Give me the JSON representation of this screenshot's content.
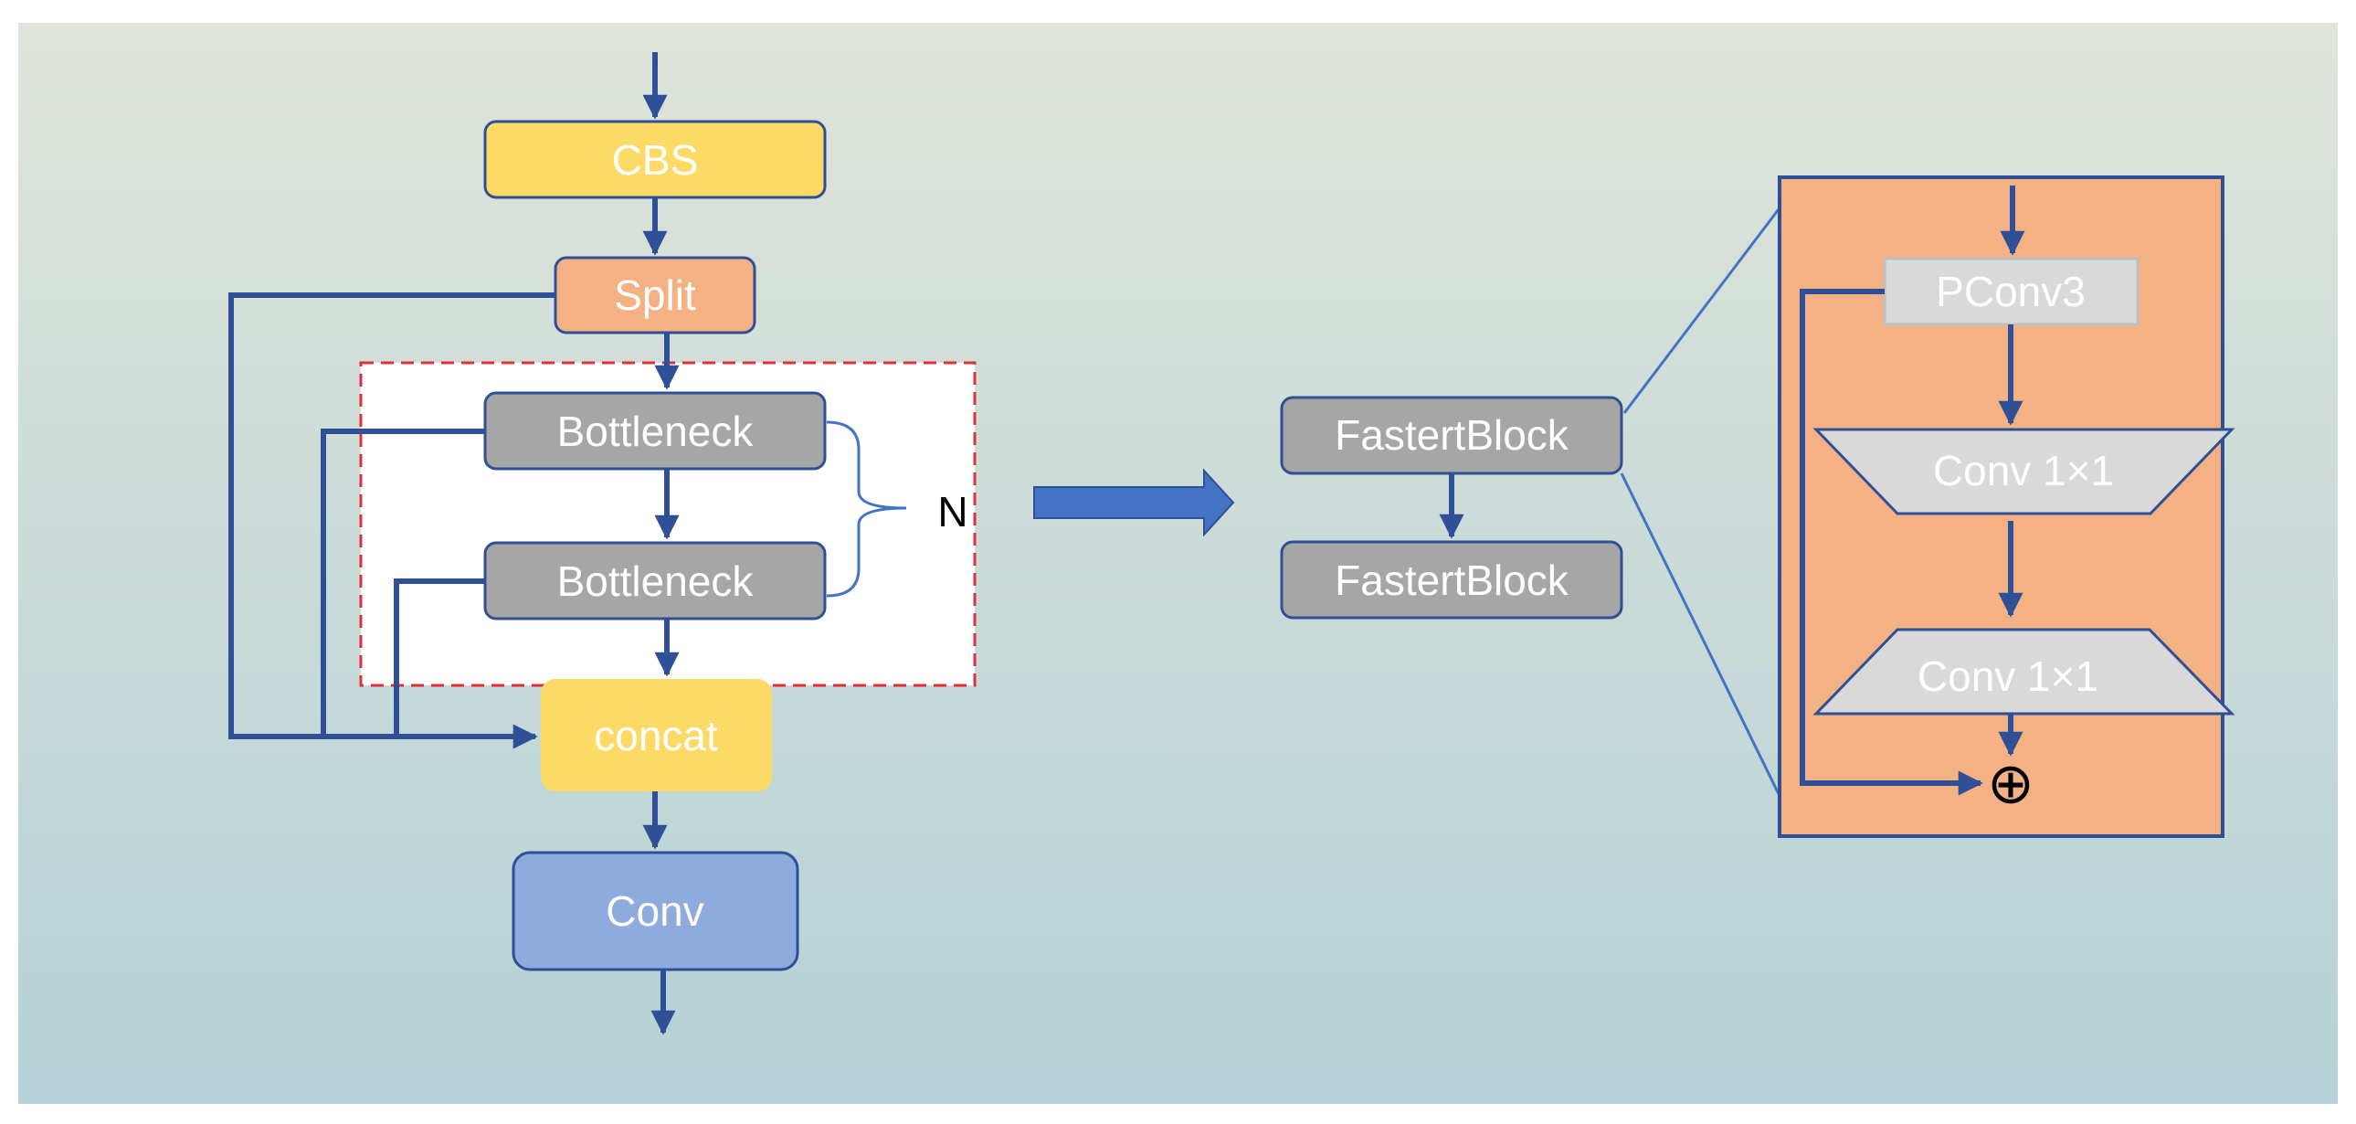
{
  "diagram": {
    "left": {
      "cbs": "CBS",
      "split": "Split",
      "bottleneck_1": "Bottleneck",
      "bottleneck_2": "Bottleneck",
      "repeat_label": "N",
      "concat": "concat",
      "conv": "Conv"
    },
    "middle": {
      "fastert_block_1": "FastertBlock",
      "fastert_block_2": "FastertBlock"
    },
    "right": {
      "pconv": "PConv3",
      "conv1": "Conv 1×1",
      "conv2": "Conv 1×1",
      "add_symbol": "⊕"
    }
  },
  "colors": {
    "background_top": "#dfe4da",
    "background_bottom": "#b5d2d6",
    "arrow": "#2f4f96",
    "cbs": "#fdd966",
    "split": "#f4b183",
    "bottleneck": "#a6a6a6",
    "concat": "#fdd966",
    "conv": "#8faadc",
    "expand_panel": "#f4b183",
    "pconv": "#d9d9d9",
    "repeat_box_border": "#e0303a"
  }
}
